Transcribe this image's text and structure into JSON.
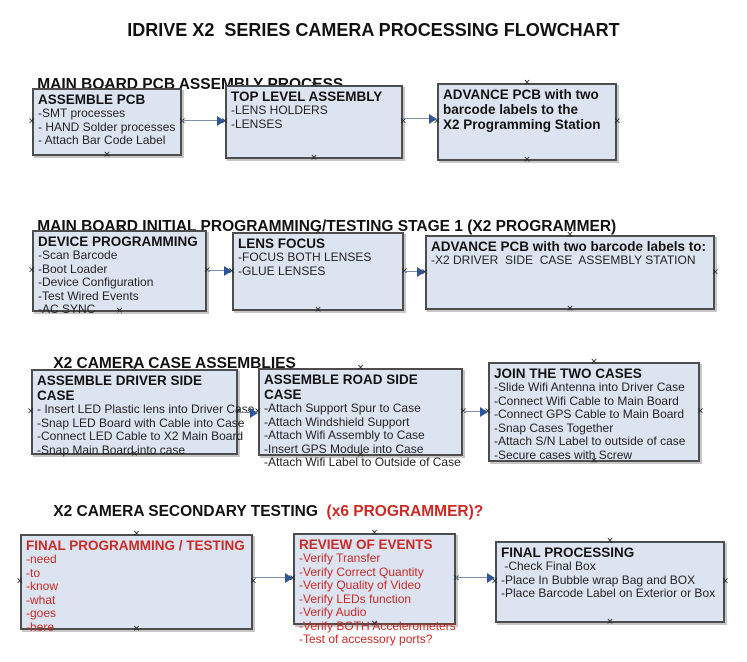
{
  "title": "IDRIVE X2  SERIES CAMERA PROCESSING FLOWCHART",
  "colors": {
    "box_background": "#dde4f1",
    "box_border": "#4d4d4d",
    "red_text": "#cc2a24",
    "arrow_line": "#7f8fab",
    "arrow_head": "#2f5597"
  },
  "sections": [
    {
      "id": "pcb-assembly",
      "heading": "MAIN BOARD PCB ASSEMBLY PROCESS",
      "boxes": [
        {
          "id": "assemble-pcb",
          "title": "ASSEMBLE PCB",
          "red": false,
          "items": [
            "-SMT processes",
            "- HAND Solder processes",
            "- Attach Bar Code Label"
          ]
        },
        {
          "id": "top-level-assembly",
          "title": "TOP LEVEL ASSEMBLY",
          "red": false,
          "items": [
            "-LENS HOLDERS",
            "-LENSES"
          ]
        },
        {
          "id": "advance-pcb-to-programming",
          "title": "ADVANCE PCB with two\nbarcode labels to the\n X2 Programming Station",
          "red": false,
          "items": []
        }
      ]
    },
    {
      "id": "initial-programming",
      "heading": "MAIN BOARD INITIAL PROGRAMMING/TESTING STAGE 1 (X2 PROGRAMMER)",
      "boxes": [
        {
          "id": "device-programming",
          "title": "DEVICE PROGRAMMING",
          "red": false,
          "items": [
            "-Scan Barcode",
            "-Boot Loader",
            "-Device Configuration",
            "-Test Wired Events",
            "-AC SYNC"
          ]
        },
        {
          "id": "lens-focus",
          "title": "LENS FOCUS",
          "red": false,
          "items": [
            "-FOCUS BOTH LENSES",
            "-GLUE LENSES"
          ]
        },
        {
          "id": "advance-pcb-to-case-assembly",
          "title": "ADVANCE PCB with two barcode labels to:",
          "red": false,
          "items": [
            "-X2 DRIVER  SIDE  CASE  ASSEMBLY STATION"
          ]
        }
      ]
    },
    {
      "id": "case-assemblies",
      "heading": "X2 CAMERA CASE ASSEMBLIES",
      "boxes": [
        {
          "id": "assemble-driver-side-case",
          "title": "ASSEMBLE DRIVER SIDE CASE",
          "red": false,
          "items": [
            "- Insert LED Plastic lens into Driver Case",
            "-Snap LED Board with Cable into Case",
            "-Connect LED Cable to X2 Main Board",
            "-Snap Main Board into case"
          ]
        },
        {
          "id": "assemble-road-side-case",
          "title": "ASSEMBLE ROAD SIDE CASE",
          "red": false,
          "items": [
            "-Attach Support Spur to Case",
            "-Attach Windshield Support",
            "-Attach Wifi Assembly to Case",
            "-Insert GPS Module into Case",
            "-Attach Wifi Label to Outside of Case"
          ]
        },
        {
          "id": "join-the-two-cases",
          "title": "JOIN THE TWO CASES",
          "red": false,
          "items": [
            "-Slide Wifi Antenna into Driver Case",
            "-Connect Wifi Cable to Main Board",
            "-Connect GPS Cable to Main Board",
            "-Snap Cases Together",
            "-Attach S/N Label to outside of case",
            "-Secure cases with Screw"
          ]
        }
      ]
    },
    {
      "id": "secondary-testing",
      "heading": "X2 CAMERA SECONDARY TESTING  ",
      "heading_red": "(x6 PROGRAMMER)?",
      "boxes": [
        {
          "id": "final-programming-testing",
          "title": "FINAL PROGRAMMING / TESTING",
          "red": true,
          "items": [
            "-need",
            "-to",
            "-know",
            "-what",
            "-goes",
            "-here"
          ]
        },
        {
          "id": "review-of-events",
          "title": "REVIEW OF EVENTS",
          "red": true,
          "items": [
            "-Verify Transfer",
            "-Verify Correct Quantity",
            "-Verify Quality of Video",
            "-Verify LEDs function",
            "-Verify Audio",
            "-Verify BOTH Accelerometers",
            "-Test of accessory ports?"
          ]
        },
        {
          "id": "final-processing",
          "title": "FINAL PROCESSING",
          "red": false,
          "items": [
            " -Check Final Box",
            "-Place In Bubble wrap Bag and BOX",
            "-Place Barcode Label on Exterior or Box"
          ]
        }
      ]
    }
  ]
}
